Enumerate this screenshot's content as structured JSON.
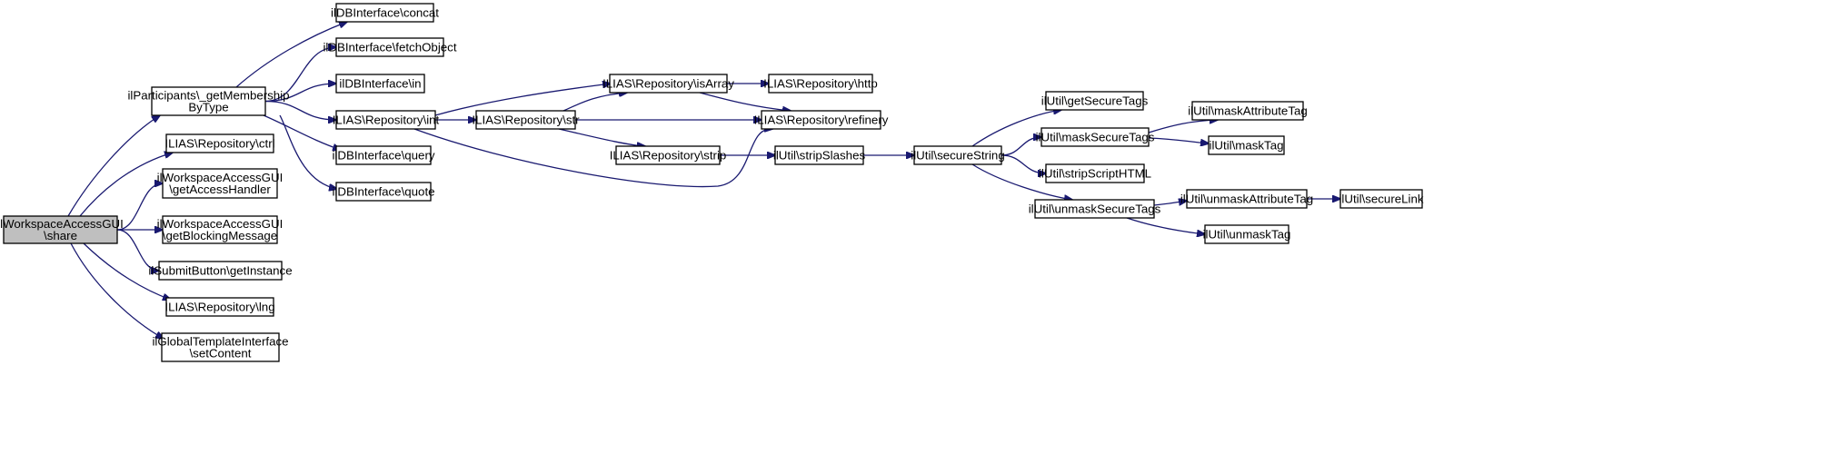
{
  "colors": {
    "edge": "#191970",
    "root_fill": "#bfbfbf",
    "node_fill": "#ffffff",
    "border": "#000000"
  },
  "nodes": {
    "root": [
      "ilWorkspaceAccessGUI",
      "\\share"
    ],
    "getMembershipByType": [
      "ilParticipants\\_getMembership",
      "ByType"
    ],
    "ctrl": [
      "ILIAS\\Repository\\ctrl"
    ],
    "getAccessHandler": [
      "ilWorkspaceAccessGUI",
      "\\getAccessHandler"
    ],
    "getBlockingMessage": [
      "ilWorkspaceAccessGUI",
      "\\getBlockingMessage"
    ],
    "getInstance": [
      "ilSubmitButton\\getInstance"
    ],
    "lng": [
      "ILIAS\\Repository\\lng"
    ],
    "setContent": [
      "ilGlobalTemplateInterface",
      "\\setContent"
    ],
    "concat": [
      "ilDBInterface\\concat"
    ],
    "fetchObject": [
      "ilDBInterface\\fetchObject"
    ],
    "in": [
      "ilDBInterface\\in"
    ],
    "int": [
      "ILIAS\\Repository\\int"
    ],
    "query": [
      "ilDBInterface\\query"
    ],
    "quote": [
      "ilDBInterface\\quote"
    ],
    "str": [
      "ILIAS\\Repository\\str"
    ],
    "isArray": [
      "ILIAS\\Repository\\isArray"
    ],
    "strip": [
      "ILIAS\\Repository\\strip"
    ],
    "http": [
      "ILIAS\\Repository\\http"
    ],
    "refinery": [
      "ILIAS\\Repository\\refinery"
    ],
    "stripSlashes": [
      "ilUtil\\stripSlashes"
    ],
    "secureString": [
      "ilUtil\\secureString"
    ],
    "getSecureTags": [
      "ilUtil\\getSecureTags"
    ],
    "maskSecureTags": [
      "ilUtil\\maskSecureTags"
    ],
    "stripScriptHTML": [
      "ilUtil\\stripScriptHTML"
    ],
    "unmaskSecureTags": [
      "ilUtil\\unmaskSecureTags"
    ],
    "maskAttributeTag": [
      "ilUtil\\maskAttributeTag"
    ],
    "maskTag": [
      "ilUtil\\maskTag"
    ],
    "unmaskAttributeTag": [
      "ilUtil\\unmaskAttributeTag"
    ],
    "unmaskTag": [
      "ilUtil\\unmaskTag"
    ],
    "secureLink": [
      "ilUtil\\secureLink"
    ]
  },
  "edges": [
    [
      "root",
      "getMembershipByType"
    ],
    [
      "root",
      "ctrl"
    ],
    [
      "root",
      "getAccessHandler"
    ],
    [
      "root",
      "getBlockingMessage"
    ],
    [
      "root",
      "getInstance"
    ],
    [
      "root",
      "lng"
    ],
    [
      "root",
      "setContent"
    ],
    [
      "getMembershipByType",
      "concat"
    ],
    [
      "getMembershipByType",
      "fetchObject"
    ],
    [
      "getMembershipByType",
      "in"
    ],
    [
      "getMembershipByType",
      "int"
    ],
    [
      "getMembershipByType",
      "query"
    ],
    [
      "getMembershipByType",
      "quote"
    ],
    [
      "int",
      "str"
    ],
    [
      "int",
      "isArray"
    ],
    [
      "int",
      "refinery"
    ],
    [
      "str",
      "isArray"
    ],
    [
      "str",
      "refinery"
    ],
    [
      "str",
      "strip"
    ],
    [
      "isArray",
      "http"
    ],
    [
      "isArray",
      "refinery"
    ],
    [
      "strip",
      "stripSlashes"
    ],
    [
      "stripSlashes",
      "secureString"
    ],
    [
      "secureString",
      "getSecureTags"
    ],
    [
      "secureString",
      "maskSecureTags"
    ],
    [
      "secureString",
      "stripScriptHTML"
    ],
    [
      "secureString",
      "unmaskSecureTags"
    ],
    [
      "maskSecureTags",
      "maskAttributeTag"
    ],
    [
      "maskSecureTags",
      "maskTag"
    ],
    [
      "unmaskSecureTags",
      "unmaskAttributeTag"
    ],
    [
      "unmaskSecureTags",
      "unmaskTag"
    ],
    [
      "unmaskAttributeTag",
      "secureLink"
    ]
  ]
}
